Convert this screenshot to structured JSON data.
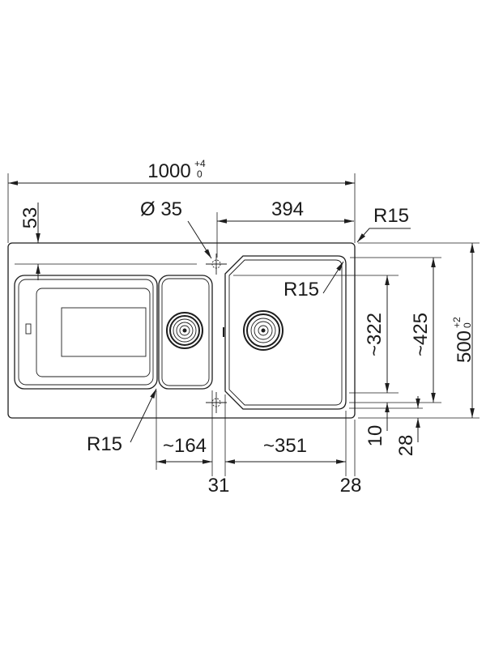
{
  "dimensions": {
    "overall_width": "1000",
    "overall_width_tol_upper": "+4",
    "overall_width_tol_lower": "0",
    "edge_to_tap_hole": "53",
    "tap_hole_diameter": "Ø 35",
    "tap_hole_to_edge": "394",
    "outer_radius": "R15",
    "main_bowl_radius": "R15",
    "main_bowl_depth": "~322",
    "bowl_zone_depth": "~425",
    "overall_depth": "500",
    "overall_depth_tol_upper": "+2",
    "overall_depth_tol_lower": "0",
    "right_offset_10": "10",
    "right_offset_28": "28",
    "drainer_radius": "R15",
    "small_bowl_width": "~164",
    "main_bowl_width": "~351",
    "bowl_divider": "31",
    "right_rim": "28"
  }
}
